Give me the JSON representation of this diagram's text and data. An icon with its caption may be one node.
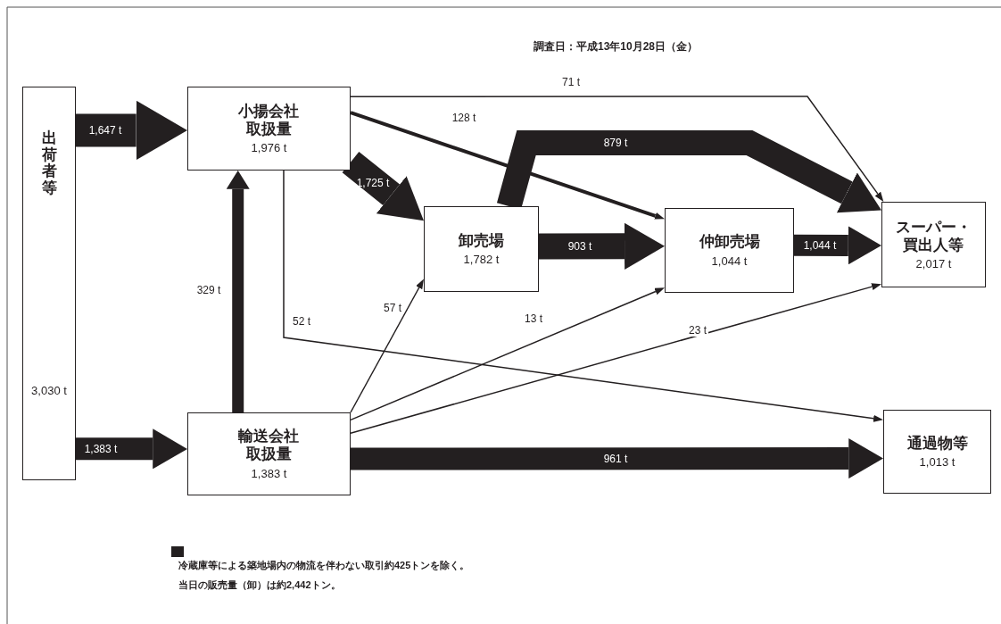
{
  "diagram": {
    "nodes": [
      {
        "text": [
          "出荷者等",
          "3,030 t"
        ]
      },
      {
        "text": [
          "小揚会社取扱量",
          "1,976 t"
        ]
      },
      {
        "text": [
          "卸売場",
          "1,782 t"
        ]
      },
      {
        "text": [
          "仲卸売場",
          "1,044 t"
        ]
      },
      {
        "text": [
          "スーパー・買出人等",
          "2,017 t"
        ]
      },
      {
        "text": [
          "輸送会社取扱量",
          "1,383 t"
        ]
      },
      {
        "text": [
          "通過物等",
          "1,013 t"
        ]
      }
    ],
    "edges": [
      {
        "from": 0,
        "to": 1,
        "arrow": "to",
        "label": "1,647 t",
        "style": "thick"
      },
      {
        "from": 0,
        "to": 5,
        "arrow": "to",
        "label": "1,383 t",
        "style": "thick"
      },
      {
        "from": 5,
        "to": 1,
        "arrow": "to",
        "label": "329 t"
      },
      {
        "from": 1,
        "to": 2,
        "arrow": "to",
        "label": "1,725 t",
        "style": "thick"
      },
      {
        "from": 1,
        "to": 4,
        "arrow": "to",
        "label": "71 t"
      },
      {
        "from": 1,
        "to": 3,
        "arrow": "to",
        "label": "128 t"
      },
      {
        "from": 2,
        "to": 4,
        "arrow": "to",
        "label": "879 t",
        "style": "thick"
      },
      {
        "from": 2,
        "to": 3,
        "arrow": "to",
        "label": "903 t",
        "style": "thick"
      },
      {
        "from": 3,
        "to": 4,
        "arrow": "to",
        "label": "1,044 t",
        "style": "thick"
      },
      {
        "from": 1,
        "to": 6,
        "arrow": "to",
        "label": "52 t"
      },
      {
        "from": 5,
        "to": 2,
        "arrow": "to",
        "label": "57 t"
      },
      {
        "from": 5,
        "to": 3,
        "arrow": "to",
        "label": "13 t"
      },
      {
        "from": 5,
        "to": 4,
        "arrow": "to",
        "label": "23 t"
      },
      {
        "from": 5,
        "to": 6,
        "arrow": "to",
        "label": "961 t",
        "style": "thick"
      }
    ],
    "labels": [
      "調査日：平成13年10月28日（金）",
      "冷蔵庫等による築地場内の物流を伴わない取引約425トンを除く。",
      "当日の販売量（卸）は約2,442トン。"
    ]
  }
}
